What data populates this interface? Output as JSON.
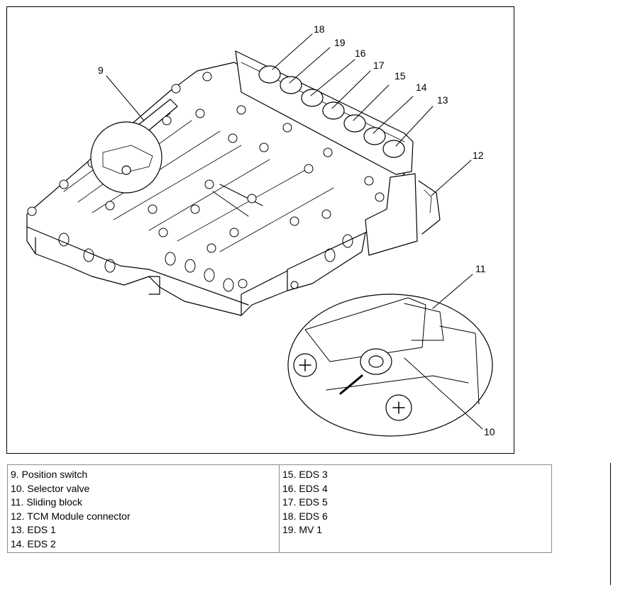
{
  "figure": {
    "callouts": [
      "9",
      "18",
      "19",
      "16",
      "17",
      "15",
      "14",
      "13",
      "12",
      "11",
      "10"
    ],
    "icons": [
      "valve-body-drawing",
      "detail-magnifier"
    ]
  },
  "legend": {
    "left": [
      "9. Position switch",
      "10. Selector valve",
      "11. Sliding block",
      "12. TCM Module connector",
      "13. EDS 1",
      "14. EDS 2"
    ],
    "right": [
      "15. EDS 3",
      "16. EDS 4",
      "17. EDS 5",
      "18. EDS 6",
      "19. MV 1"
    ]
  }
}
